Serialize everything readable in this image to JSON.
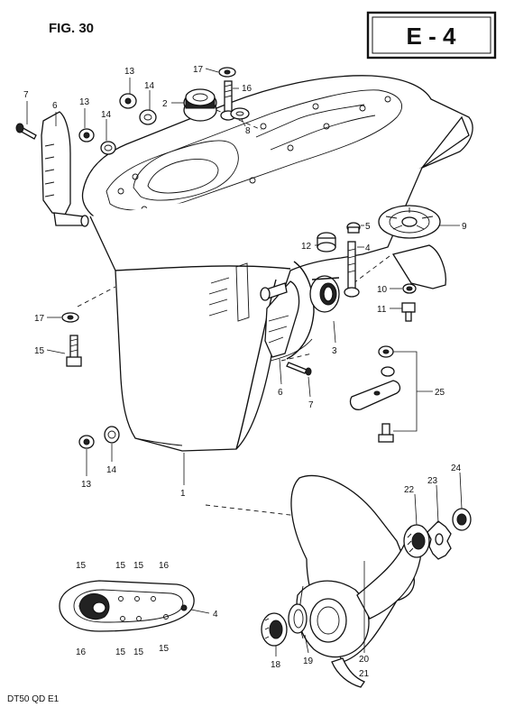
{
  "header": {
    "figure": "FIG. 30",
    "section_code": "E - 4"
  },
  "footer": {
    "model_code": "DT50 QD E1"
  },
  "callouts": {
    "c1": "1",
    "c2": "2",
    "c3": "3",
    "c4a": "4",
    "c4b": "4",
    "c5": "5",
    "c6a": "6",
    "c6b": "6",
    "c7a": "7",
    "c7b": "7",
    "c8": "8",
    "c9": "9",
    "c10": "10",
    "c11": "11",
    "c12": "12",
    "c13a": "13",
    "c13b": "13",
    "c13c": "13",
    "c14a": "14",
    "c14b": "14",
    "c14c": "14",
    "c15a": "15",
    "c16a": "16",
    "c17a": "17",
    "c17b": "17",
    "c18": "18",
    "c19": "19",
    "c20": "20",
    "c21": "21",
    "c22": "22",
    "c23": "23",
    "c24": "24",
    "c25": "25"
  },
  "inset_callouts": {
    "t1": "15",
    "t2": "15",
    "t3": "15",
    "t4": "16",
    "r4": "4",
    "b1": "16",
    "b2": "15",
    "b3": "15",
    "b4": "15"
  }
}
